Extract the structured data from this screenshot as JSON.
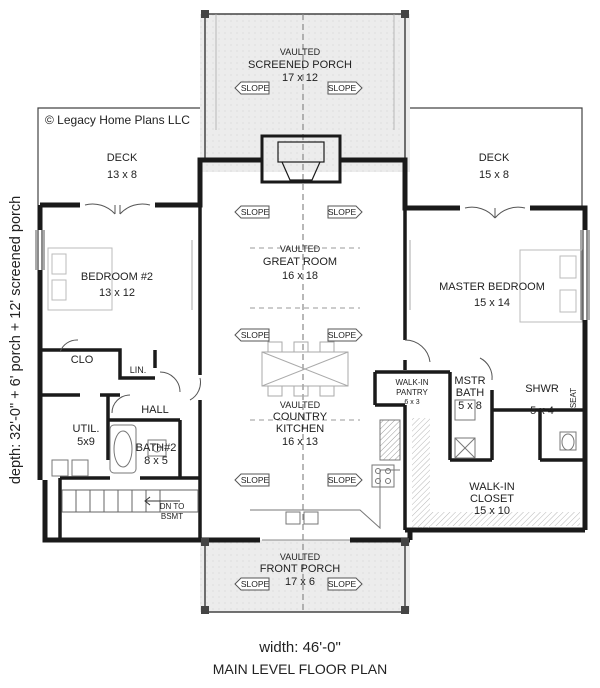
{
  "copyright": "© Legacy Home Plans LLC",
  "depth_note": "depth: 32'-0\" + 6' porch + 12' screened porch",
  "width_note": "width: 46'-0\"",
  "plan_title": "MAIN LEVEL FLOOR PLAN",
  "slope": "SLOPE",
  "rooms": {
    "screened_porch": {
      "line1": "VAULTED",
      "line2": "SCREENED PORCH",
      "size": "17 x 12"
    },
    "deck_left": {
      "name": "DECK",
      "size": "13 x 8"
    },
    "deck_right": {
      "name": "DECK",
      "size": "15 x 8"
    },
    "great_room": {
      "line1": "VAULTED",
      "line2": "GREAT ROOM",
      "size": "16 x 18"
    },
    "bedroom2": {
      "name": "BEDROOM #2",
      "size": "13 x 12"
    },
    "master": {
      "name": "MASTER BEDROOM",
      "size": "15 x 14"
    },
    "clo": {
      "name": "CLO"
    },
    "lin": {
      "name": "LIN."
    },
    "hall": {
      "name": "HALL"
    },
    "util": {
      "name": "UTIL.",
      "size": "5x9"
    },
    "bath2": {
      "name": "BATH#2",
      "size": "8 x 5"
    },
    "kitchen": {
      "line1": "VAULTED",
      "line2": "COUNTRY",
      "line3": "KITCHEN",
      "size": "16 x 13"
    },
    "pantry": {
      "line1": "WALK-IN",
      "line2": "PANTRY",
      "size": "6 x 3"
    },
    "mstr_bath": {
      "line1": "MSTR",
      "line2": "BATH",
      "size": "5 x 8"
    },
    "shwr": {
      "name": "SHWR",
      "size": "5 x 4"
    },
    "seat": {
      "name": "SEAT"
    },
    "closet": {
      "line1": "WALK-IN",
      "line2": "CLOSET",
      "size": "15 x 10"
    },
    "dn": {
      "line1": "DN TO",
      "line2": "BSMT"
    },
    "front_porch": {
      "line1": "VAULTED",
      "line2": "FRONT PORCH",
      "size": "17 x 6"
    }
  }
}
